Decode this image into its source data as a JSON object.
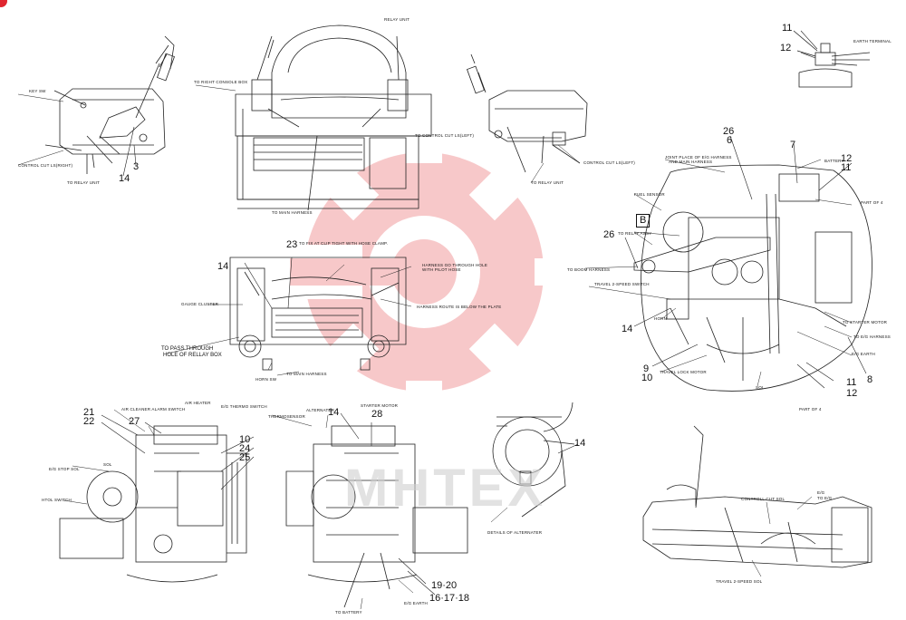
{
  "watermark": {
    "text": "MHTEX"
  },
  "numbers": {
    "n11_top": "11",
    "n12_top": "12",
    "n3": "3",
    "n14_a": "14",
    "n26_top": "26",
    "n6": "6",
    "n7": "7",
    "n12_r": "12",
    "n11_r": "11",
    "b_box": "B",
    "n26_mid": "26",
    "n23": "23",
    "n14_b": "14",
    "n14_c": "14",
    "n9": "9",
    "n10_r": "10",
    "n11_b": "11",
    "n12_b": "12",
    "n8": "8",
    "n21": "21",
    "n22": "22",
    "n27": "27",
    "n10": "10",
    "n24": "24",
    "n25": "25",
    "n14_d": "14",
    "n28": "28",
    "n14_e": "14",
    "n19_20": "19·20",
    "n16_17_18": "16·17·18"
  },
  "labels": {
    "relay_unit": "RELAY UNIT",
    "earth_terminal": "EARTH TERMINAL",
    "key_sw": "KEY SW",
    "to_right_console_box": "TO RIGHT CONSOLE BOX",
    "control_cut_l_right": "CONTROL CUT LS(RIGHT)",
    "to_relay_unit_a": "TO RELAY UNIT",
    "to_control_cut_ls_left": "TO CONTROL CUT LS(LEFT)",
    "to_main_harness_a": "TO MAIN HARNESS",
    "control_cut_ls_left": "CONTROL CUT LS(LEFT)",
    "to_relay_unit_b": "TO RELAY UNIT",
    "joint_place": "JOINT PLACE OF E/G HARNESS",
    "and_main_harness": "AND MAIN HARNESS",
    "battery": "BATTERY",
    "part_of_4_a": "PART OF 4",
    "fuel_sensor": "FUEL SENSOR",
    "to_relay_assy": "TO RELAY ASSY",
    "to_boom_harness": "TO BOOM HARNESS",
    "travel_2speed_switch": "TRAVEL 2-SPEED SWITCH",
    "horn": "HORN",
    "to_starter_motor": "TO STARTER MOTOR",
    "to_eg_harness": "TO E/G HARNESS",
    "eg_earth_a": "E/G EARTH",
    "travel_lock_motor": "TRAVEL LOCK MOTOR",
    "sol": "SOL",
    "part_of_4_b": "PART OF 4",
    "fix_clip": "TO FIX AT CLIP TIGHT WITH HOSE CLAMP.",
    "harness_through_hole": "HARNESS GO THROUGH HOLE",
    "with_pilot_hose": "WITH PILOT HOSE",
    "gauge_cluster": "GAUGE CLUSTER",
    "harness_route": "HARNESS ROUTE IS BELOW THE PLATE",
    "to_pass_through": "TO PASS THROUGH",
    "hole_of_relay_box": "HOLE OF RELLAY BOX",
    "horn_sw": "HORN SW",
    "to_main_harness_b": "TO MAIN HARNESS",
    "air_cleaner_alarm": "AIR CLEANER ALARM SWITCH",
    "air_heater": "AIR HEATER",
    "eg_thermo_switch": "E/G THERMO SWITCH",
    "eg_stop_sol": "E/G STOP SOL",
    "htol_switch": "HTOL SWITCH",
    "thermosensor": "THERMOSENSOR",
    "alternater": "ALTERNATER",
    "starter_motor": "STARTER MOTOR",
    "details_alternater": "DETAILS OF ALTERNATER",
    "eg_earth_b": "E/G EARTH",
    "to_battery": "TO BATTERY",
    "controll_cut_sol": "CONTROLL CUT SOL",
    "to_eg_a": "E/G",
    "to_eg_b": "TO E/G",
    "travel_2speed_sol": "TRAVEL 2-SPEED SOL"
  }
}
